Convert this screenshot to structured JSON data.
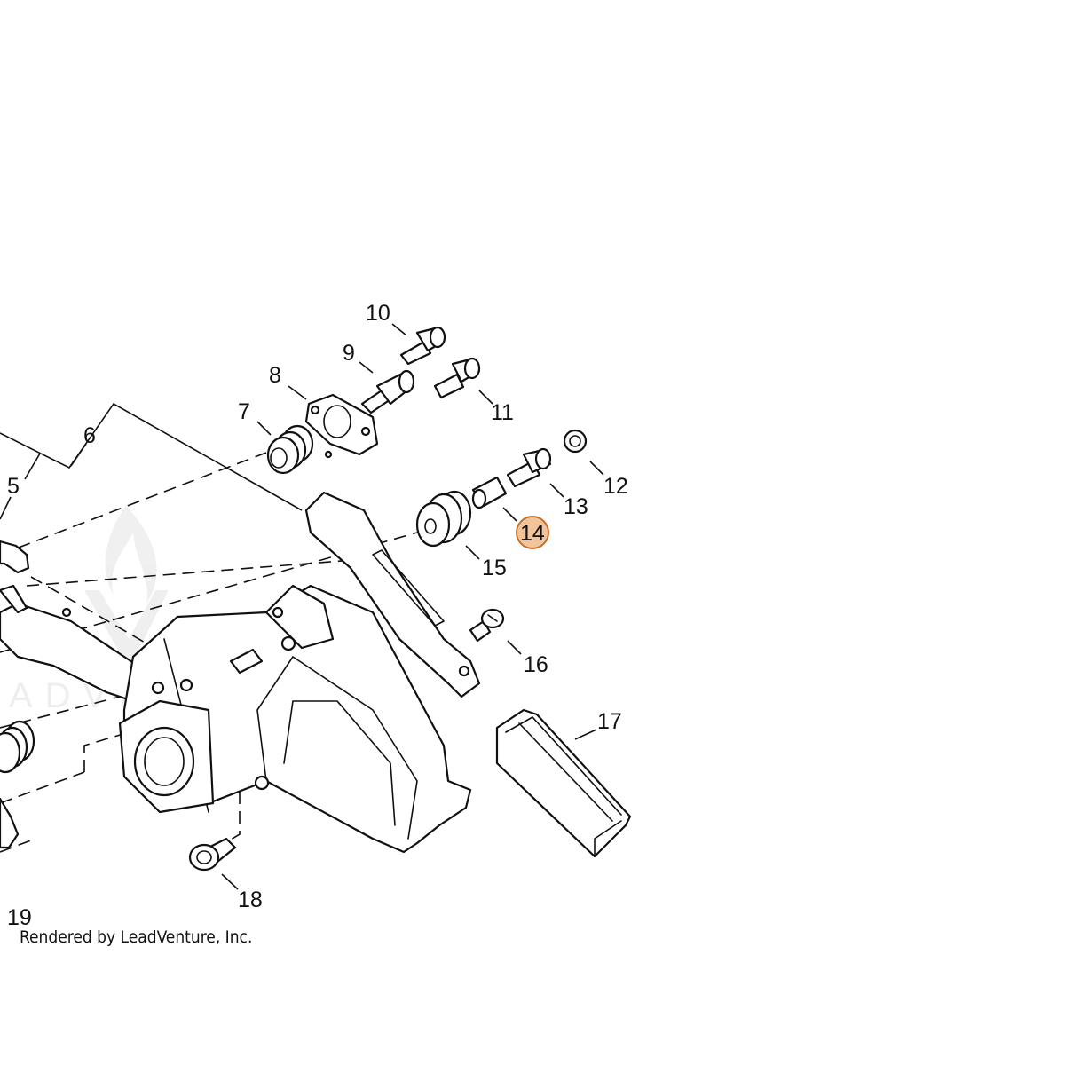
{
  "callouts": {
    "c5": "5",
    "c6": "6",
    "c7": "7",
    "c8": "8",
    "c9": "9",
    "c10": "10",
    "c11": "11",
    "c12": "12",
    "c13": "13",
    "c14": "14",
    "c15": "15",
    "c16": "16",
    "c17": "17",
    "c18": "18",
    "c19": "19"
  },
  "selected_callout": "14",
  "highlight_color": "#f2c49b",
  "highlight_stroke": "#c8702a",
  "credit": "Rendered by LeadVenture, Inc.",
  "watermark": "ADVENTURE"
}
